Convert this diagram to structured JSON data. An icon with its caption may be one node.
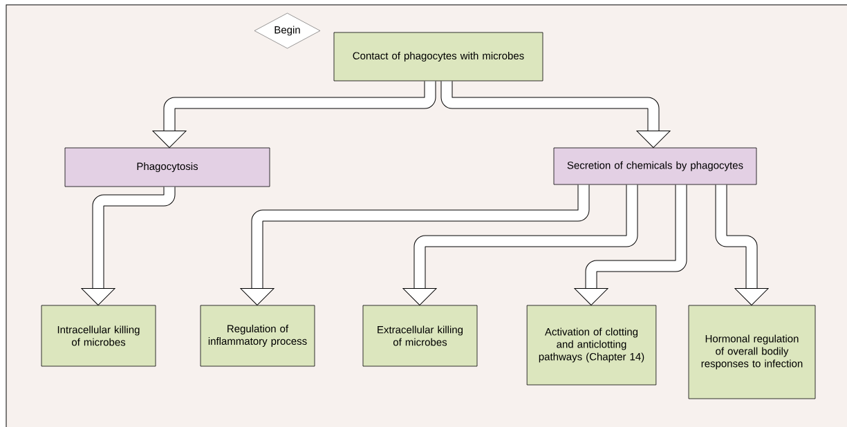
{
  "diagram": {
    "nodes": [
      {
        "text": [
          "Begin"
        ]
      },
      {
        "text": [
          "Contact of phagocytes with microbes"
        ]
      },
      {
        "text": [
          "Phagocytosis"
        ]
      },
      {
        "text": [
          "Secretion of chemicals by phagocytes"
        ]
      },
      {
        "text": [
          "Intracellular killing of microbes"
        ]
      },
      {
        "text": [
          "Regulation of inflammatory process"
        ]
      },
      {
        "text": [
          "Extracellular killing of microbes"
        ]
      },
      {
        "text": [
          "Activation of clotting and anticlotting pathways (Chapter 14)"
        ]
      },
      {
        "text": [
          "Hormonal regulation of overall bodily responses to infection"
        ]
      }
    ],
    "edges": [
      {
        "from": 1,
        "to": 2,
        "arrow": "to"
      },
      {
        "from": 1,
        "to": 3,
        "arrow": "to"
      },
      {
        "from": 2,
        "to": 4,
        "arrow": "to"
      },
      {
        "from": 3,
        "to": 5,
        "arrow": "to"
      },
      {
        "from": 3,
        "to": 6,
        "arrow": "to"
      },
      {
        "from": 3,
        "to": 7,
        "arrow": "to"
      },
      {
        "from": 3,
        "to": 8,
        "arrow": "to"
      }
    ]
  }
}
